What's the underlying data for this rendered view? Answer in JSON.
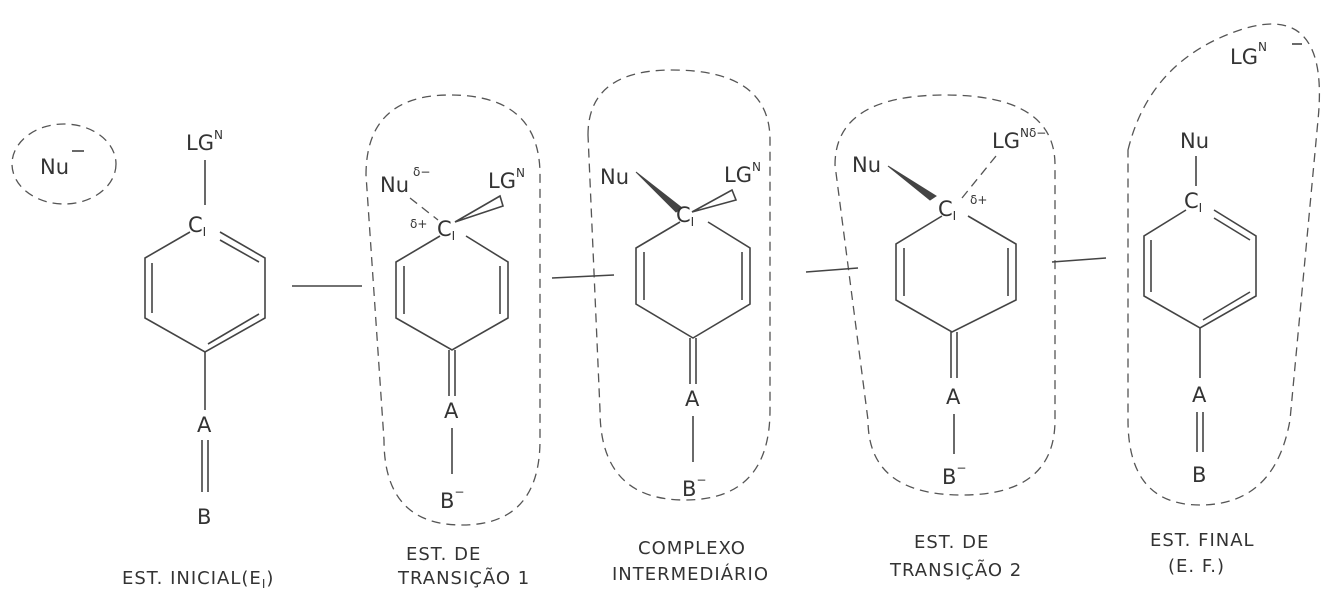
{
  "nucleophile_label": "Nu",
  "nucleophile_charge": "−",
  "leaving_group_label": "LG",
  "leaving_group_sup": "N",
  "leaving_group_anion_sup": "N",
  "leaving_group_anion_charge": "−",
  "delta_minus": "δ−",
  "delta_plus": "δ+",
  "carbon_label": "C",
  "carbon_sub": "I",
  "atom_a": "A",
  "atom_b": "B",
  "b_anion_charge": "−",
  "stages": [
    {
      "caption_lines": [
        "EST. INICIAL(E",
        ")"
      ],
      "caption_sub": "I"
    },
    {
      "caption_lines": [
        "EST. DE",
        "TRANSIÇÃO 1"
      ]
    },
    {
      "caption_lines": [
        "COMPLEXO",
        "INTERMEDIÁRIO"
      ]
    },
    {
      "caption_lines": [
        "EST. DE",
        "TRANSIÇÃO 2"
      ]
    },
    {
      "caption_lines": [
        "EST. FINAL",
        "(E. F.)"
      ]
    }
  ]
}
